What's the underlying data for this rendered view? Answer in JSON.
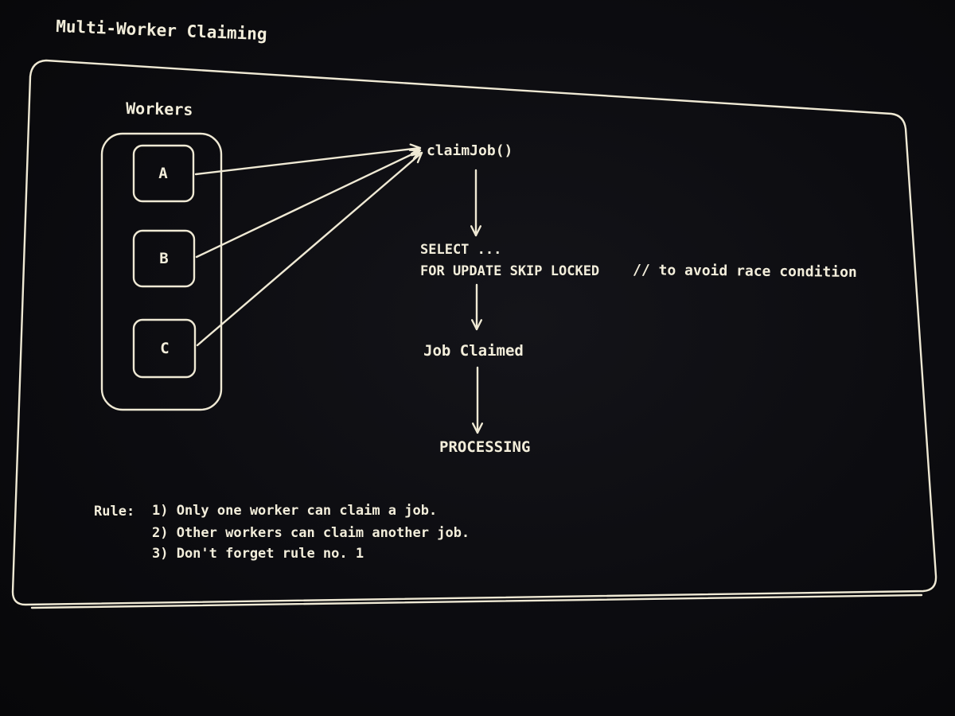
{
  "title": "Multi-Worker Claiming",
  "workers": {
    "heading": "Workers",
    "items": [
      "A",
      "B",
      "C"
    ]
  },
  "flow": {
    "claim": "claimJob()",
    "select_line1": "SELECT ...",
    "select_line2": "FOR UPDATE SKIP LOCKED",
    "comment": "// to avoid race condition",
    "claimed": "Job Claimed",
    "processing": "PROCESSING"
  },
  "rules": {
    "prefix": "Rule:",
    "items": [
      "1) Only one worker can claim a job.",
      "2) Other workers can claim another job.",
      "3) Don't forget rule no. 1"
    ]
  }
}
